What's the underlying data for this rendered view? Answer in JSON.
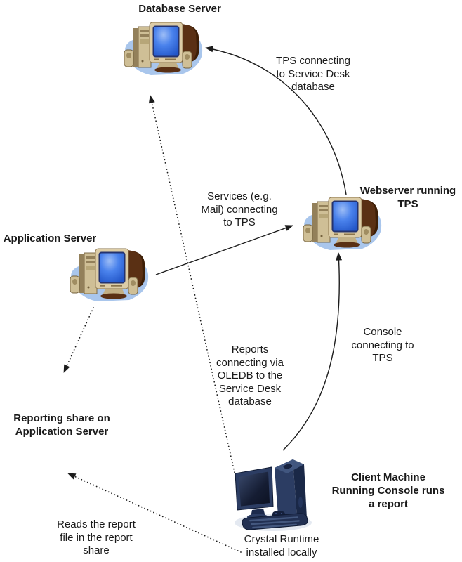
{
  "diagram": {
    "nodes": {
      "database_server": {
        "label": "Database Server"
      },
      "webserver": {
        "lines": [
          "Webserver running",
          "TPS"
        ]
      },
      "application_server": {
        "label": "Application Server"
      },
      "client_machine": {
        "lines": [
          "Client Machine",
          "Running Console runs",
          "a report"
        ]
      },
      "reporting_share": {
        "lines": [
          "Reporting share on",
          "Application Server"
        ]
      }
    },
    "connections": {
      "tps_to_db": {
        "style": "solid-curved-arrow",
        "lines": [
          "TPS connecting",
          "to Service Desk",
          "database"
        ]
      },
      "services_to_tps": {
        "style": "solid-straight-arrow",
        "lines": [
          "Services (e.g.",
          "Mail) connecting",
          "to TPS"
        ]
      },
      "console_to_tps": {
        "style": "solid-curved-arrow",
        "lines": [
          "Console",
          "connecting to",
          "TPS"
        ]
      },
      "reports_oledb": {
        "style": "dotted-arrow",
        "lines": [
          "Reports",
          "connecting via",
          "OLEDB to the",
          "Service Desk",
          "database"
        ]
      },
      "reads_report": {
        "style": "dotted-arrow",
        "lines": [
          "Reads the report",
          "file in the report",
          "share"
        ]
      },
      "appserver_to_share": {
        "style": "dotted-arrow",
        "lines": []
      }
    },
    "notes": {
      "crystal_runtime": {
        "lines": [
          "Crystal Runtime",
          "installed locally"
        ]
      }
    },
    "colors": {
      "arrow": "#1c1c1c",
      "text": "#1a1a1a",
      "pc_case_beige": "#d3c29a",
      "pc_monitor_brown": "#5a3014",
      "pc_screen_blue": "#3b74e0",
      "pc_shadow_blue": "#a9c6ec",
      "client_case_navy": "#2c3d63"
    }
  }
}
